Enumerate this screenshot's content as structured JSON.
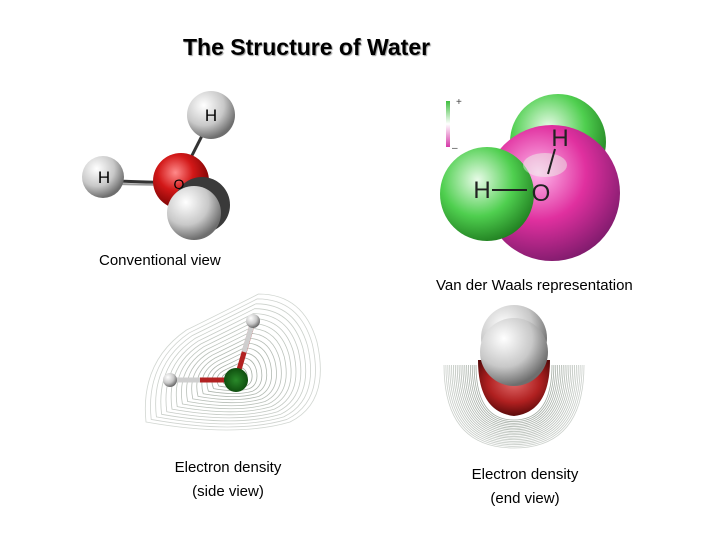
{
  "title": "The Structure of Water",
  "conventional": {
    "caption": "Conventional view",
    "atom_h_top": "H",
    "atom_h_left": "H",
    "atom_o": "O"
  },
  "vdw": {
    "caption": "Van der Waals representation",
    "atom_h_top": "H",
    "atom_h_left": "H",
    "atom_o": "O",
    "scale_plus": "+",
    "scale_minus": "–"
  },
  "side_view": {
    "caption_line1": "Electron density",
    "caption_line2": "(side view)"
  },
  "end_view": {
    "caption_line1": "Electron density",
    "caption_line2": "(end view)"
  },
  "colors": {
    "oxygen": "#d21818",
    "hydrogen": "#cfcfcf",
    "positive": "#3fbf3f",
    "negative": "#d63aa8",
    "contour": "#9aa49a"
  }
}
